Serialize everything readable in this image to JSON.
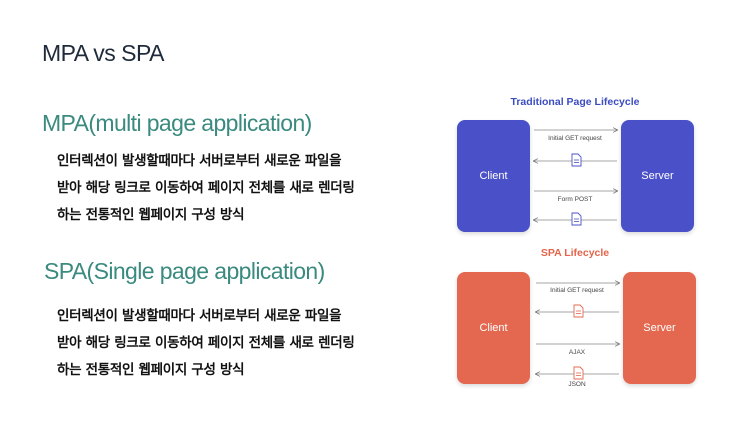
{
  "slide": {
    "title": "MPA vs SPA"
  },
  "mpa": {
    "heading": "MPA(multi page application)",
    "lines": [
      "인터렉션이 발생할때마다 서버로부터 새로운 파일을",
      "받아 해당 링크로 이동하여 페이지 전체를 새로 렌더링",
      "하는 전통적인 웹페이지 구성 방식"
    ]
  },
  "spa": {
    "heading": "SPA(Single page application)",
    "lines": [
      "인터렉션이 발생할때마다 서버로부터 새로운 파일을",
      "받아 해당 링크로 이동하여 페이지 전체를 새로 렌더링",
      "하는 전통적인 웹페이지 구성 방식"
    ]
  },
  "diagram": {
    "traditional": {
      "title": "Traditional Page Lifecycle",
      "client": "Client",
      "server": "Server",
      "request_label": "Initial GET request",
      "post_label": "Form POST",
      "color": "#4a50c7"
    },
    "spa_lifecycle": {
      "title": "SPA Lifecycle",
      "client": "Client",
      "server": "Server",
      "request_label": "Initial GET request",
      "ajax_label": "AJAX",
      "json_label": "JSON",
      "color": "#e3684f"
    }
  }
}
